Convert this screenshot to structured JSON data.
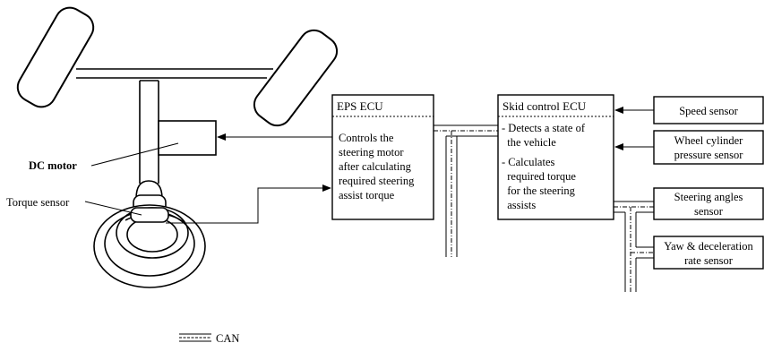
{
  "eps_ecu": {
    "title": "EPS ECU",
    "body": [
      "Controls the",
      "steering motor",
      "after calculating",
      "required steering",
      "assist torque"
    ]
  },
  "skid_ecu": {
    "title": "Skid control ECU",
    "body": [
      "- Detects a state of",
      "  the vehicle",
      "- Calculates",
      "  required torque",
      "  for the steering",
      "  assists"
    ]
  },
  "sensors": {
    "speed": [
      "Speed sensor"
    ],
    "wheel_cylinder": [
      "Wheel cylinder",
      "pressure sensor"
    ],
    "steering_angles": [
      "Steering angles",
      "sensor"
    ],
    "yaw": [
      "Yaw & deceleration",
      "rate sensor"
    ]
  },
  "labels": {
    "dc_motor": "DC motor",
    "torque_sensor": "Torque sensor"
  },
  "legend": {
    "can": "CAN"
  }
}
